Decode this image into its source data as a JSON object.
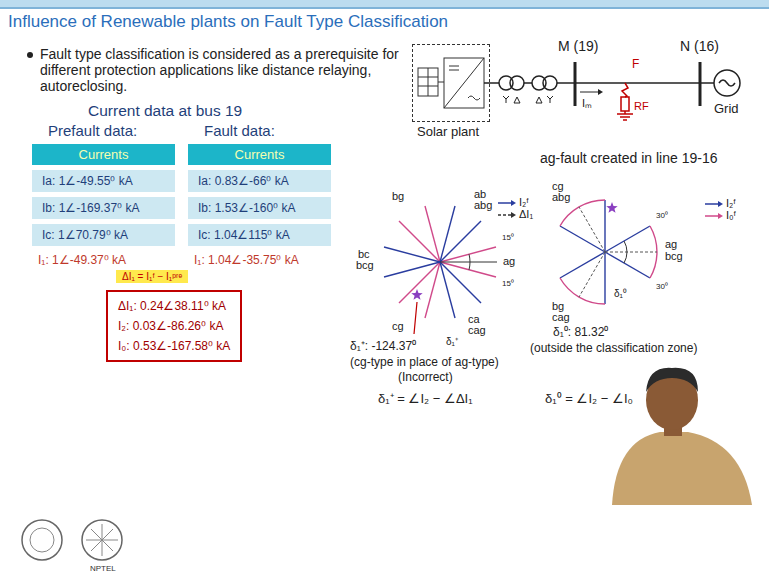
{
  "diagram": {
    "title": "Influence of Renewable plants on Fault Type Classification",
    "nodes": [
      {
        "text": [
          "Prefault data:",
          "Currents",
          "Ia: 1∠-49.55⁰ kA",
          "Ib: 1∠-169.37⁰ kA",
          "Ic: 1∠70.79⁰ kA"
        ]
      },
      {
        "text": [
          "Fault data:",
          "Currents",
          "Ia: 0.83∠-66⁰ kA",
          "Ib: 1.53∠-160⁰ kA",
          "Ic: 1.04∠115⁰ kA"
        ]
      },
      {
        "text": [
          "ΔI₁ = I₁ᶠ − I₁ᵖʳᵉ"
        ]
      },
      {
        "text": [
          "ΔI₁: 0.24∠38.11⁰ kA",
          "I₂: 0.03∠-86.26⁰ kA",
          "I₀: 0.53∠-167.58⁰ kA"
        ]
      },
      {
        "text": [
          "Solar plant"
        ]
      }
    ],
    "labels": [
      "Fault type classification is considered as a prerequisite for different protection applications like distance relaying, autoreclosing.",
      "Current data at bus 19",
      "I₁: 1∠-49.37⁰ kA",
      "I₁: 1.04∠-35.75⁰ kA",
      "M (19)",
      "N (16)",
      "Grid",
      "Iₘ",
      "F",
      "RF",
      "ag-fault created in line 19-16",
      "bg",
      "ab",
      "abg",
      "bc",
      "bcg",
      "ag",
      "cg",
      "ca",
      "cag",
      "15⁰",
      "15⁰",
      "δ₁⁺",
      "cg",
      "abg",
      "ag",
      "bcg",
      "bg",
      "cag",
      "30⁰",
      "30⁰",
      "δ₁⁰",
      "δ₁⁺: -124.37⁰",
      "(cg-type in place of ag-type)",
      "(Incorrect)",
      "δ₁⁰: 81.32⁰",
      "(outside the classification zone)",
      "δ₁⁺ = ∠I₂ − ∠ΔI₁",
      "δ₁⁰ = ∠I₂ − ∠I₀",
      "NPTEL"
    ],
    "legend": [
      {
        "text": "I₂ᶠ"
      },
      {
        "text": "ΔI₁"
      },
      {
        "text": "I₂ᶠ"
      },
      {
        "text": "I₀ᶠ"
      }
    ]
  }
}
